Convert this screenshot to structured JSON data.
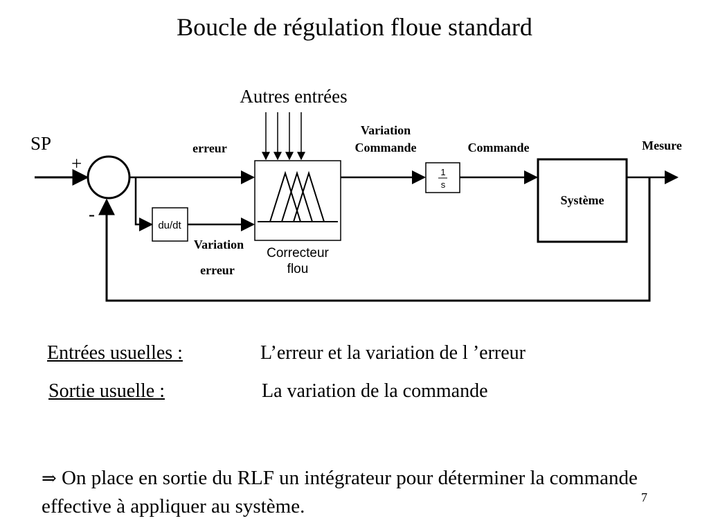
{
  "slide": {
    "title": "Boucle de régulation floue standard",
    "page_number": "7"
  },
  "diagram": {
    "autres_entrees": "Autres entrées",
    "sp": "SP",
    "plus": "+",
    "minus": "-",
    "erreur": "erreur",
    "variation_commande_line1": "Variation",
    "variation_commande_line2": "Commande",
    "commande": "Commande",
    "mesure": "Mesure",
    "derivative_block": "du/dt",
    "variation_erreur_line1": "Variation",
    "variation_erreur_line2": "erreur",
    "fuzzy_block_line1": "Correcteur",
    "fuzzy_block_line2": "flou",
    "integrator_num": "1",
    "integrator_den": "s",
    "system_block": "Système"
  },
  "definitions": [
    {
      "term": "Entrées usuelles :",
      "value": "L’erreur et la variation de l ’erreur"
    },
    {
      "term": "Sortie usuelle :",
      "value": "La variation de la commande"
    }
  ],
  "conclusion": {
    "arrow": "⇒",
    "text": " On place en sortie du RLF un intégrateur pour déterminer la commande effective à appliquer au système."
  }
}
